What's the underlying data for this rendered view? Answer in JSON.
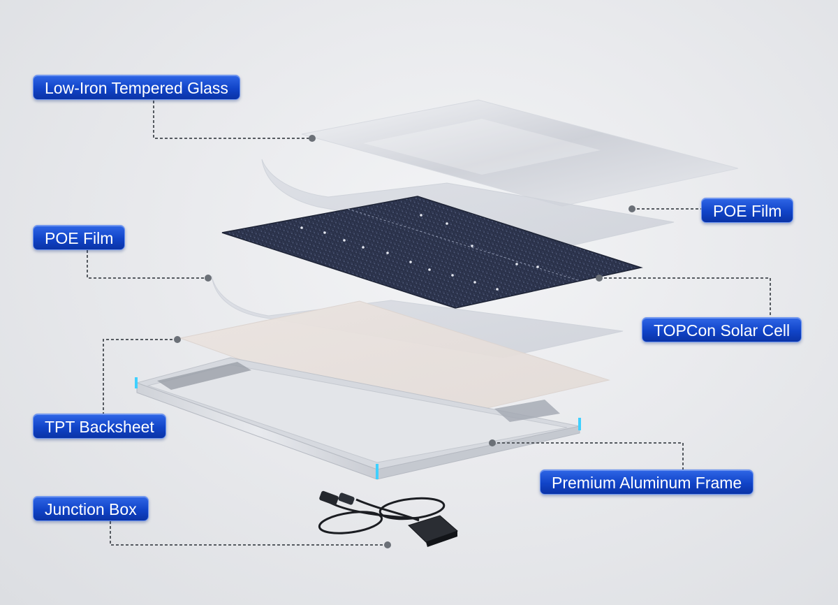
{
  "diagram": {
    "layers": [
      {
        "id": "glass",
        "label": "Low-Iron Tempered Glass"
      },
      {
        "id": "poe-top",
        "label": "POE Film"
      },
      {
        "id": "cell",
        "label": "TOPCon Solar Cell"
      },
      {
        "id": "poe-bottom",
        "label": "POE Film"
      },
      {
        "id": "backsheet",
        "label": "TPT Backsheet"
      },
      {
        "id": "frame",
        "label": "Premium Aluminum Frame"
      },
      {
        "id": "junction",
        "label": "Junction Box"
      }
    ]
  },
  "colors": {
    "label_blue": "#1144c8",
    "leader_line": "#555a60",
    "cell_dark": "#2b3248",
    "frame_accent": "#3fd0ff"
  }
}
